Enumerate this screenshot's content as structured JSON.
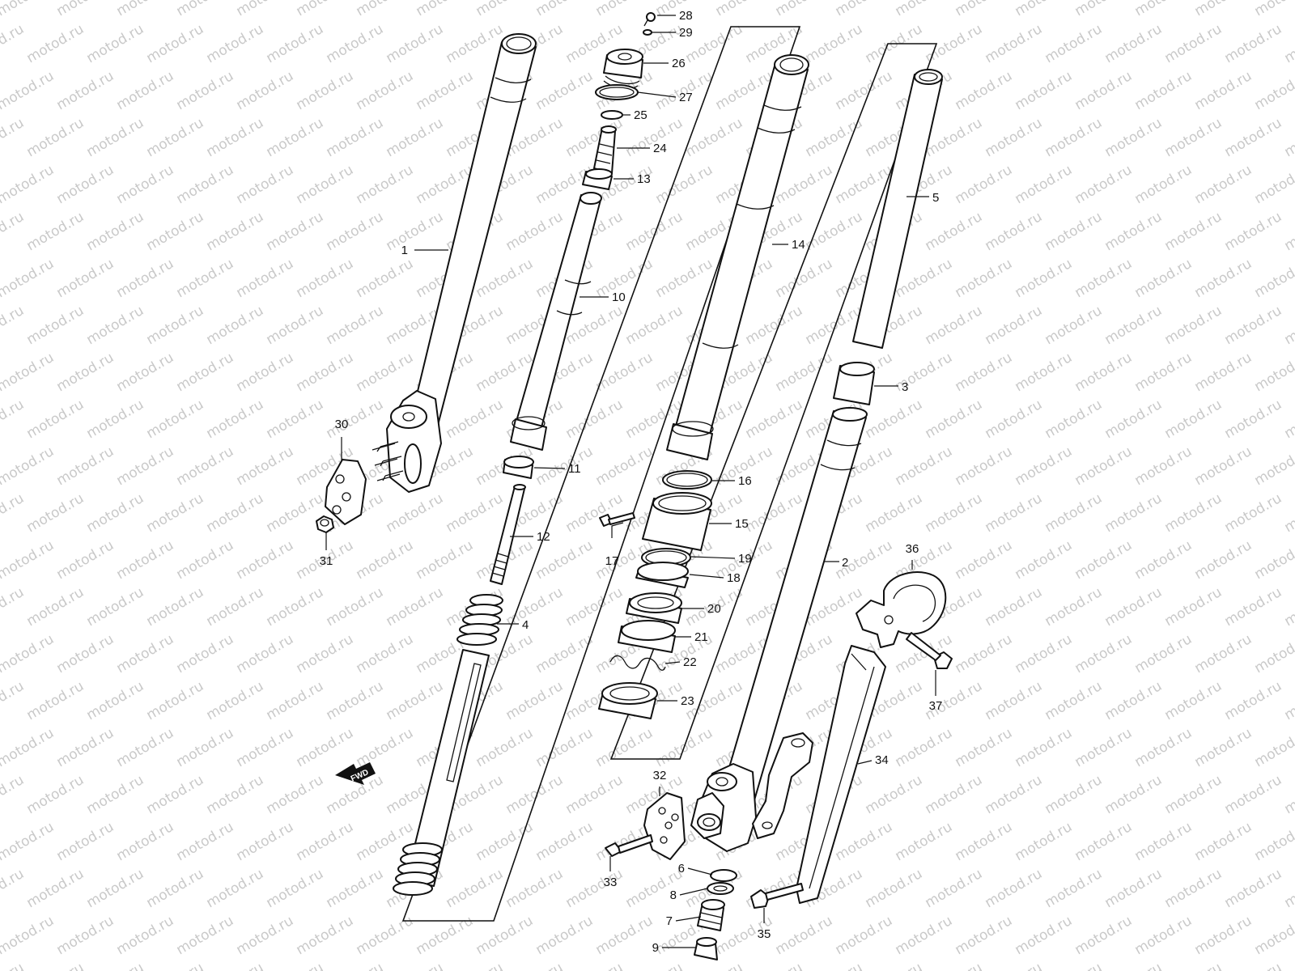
{
  "watermark": "motod.ru",
  "fwd_label": "FWD",
  "callouts": [
    {
      "id": "c1",
      "text": "1"
    },
    {
      "id": "c2",
      "text": "2"
    },
    {
      "id": "c3",
      "text": "3"
    },
    {
      "id": "c4",
      "text": "4"
    },
    {
      "id": "c5",
      "text": "5"
    },
    {
      "id": "c6",
      "text": "6"
    },
    {
      "id": "c7",
      "text": "7"
    },
    {
      "id": "c8",
      "text": "8"
    },
    {
      "id": "c9",
      "text": "9"
    },
    {
      "id": "c10",
      "text": "10"
    },
    {
      "id": "c11",
      "text": "11"
    },
    {
      "id": "c12",
      "text": "12"
    },
    {
      "id": "c13",
      "text": "13"
    },
    {
      "id": "c14",
      "text": "14"
    },
    {
      "id": "c15",
      "text": "15"
    },
    {
      "id": "c16",
      "text": "16"
    },
    {
      "id": "c17",
      "text": "17"
    },
    {
      "id": "c18",
      "text": "18"
    },
    {
      "id": "c19",
      "text": "19"
    },
    {
      "id": "c20",
      "text": "20"
    },
    {
      "id": "c21",
      "text": "21"
    },
    {
      "id": "c22",
      "text": "22"
    },
    {
      "id": "c23",
      "text": "23"
    },
    {
      "id": "c24",
      "text": "24"
    },
    {
      "id": "c25",
      "text": "25"
    },
    {
      "id": "c26",
      "text": "26"
    },
    {
      "id": "c27",
      "text": "27"
    },
    {
      "id": "c28",
      "text": "28"
    },
    {
      "id": "c29",
      "text": "29"
    },
    {
      "id": "c30",
      "text": "30"
    },
    {
      "id": "c31",
      "text": "31"
    },
    {
      "id": "c32",
      "text": "32"
    },
    {
      "id": "c33",
      "text": "33"
    },
    {
      "id": "c34",
      "text": "34"
    },
    {
      "id": "c35",
      "text": "35"
    },
    {
      "id": "c36",
      "text": "36"
    },
    {
      "id": "c37",
      "text": "37"
    }
  ]
}
